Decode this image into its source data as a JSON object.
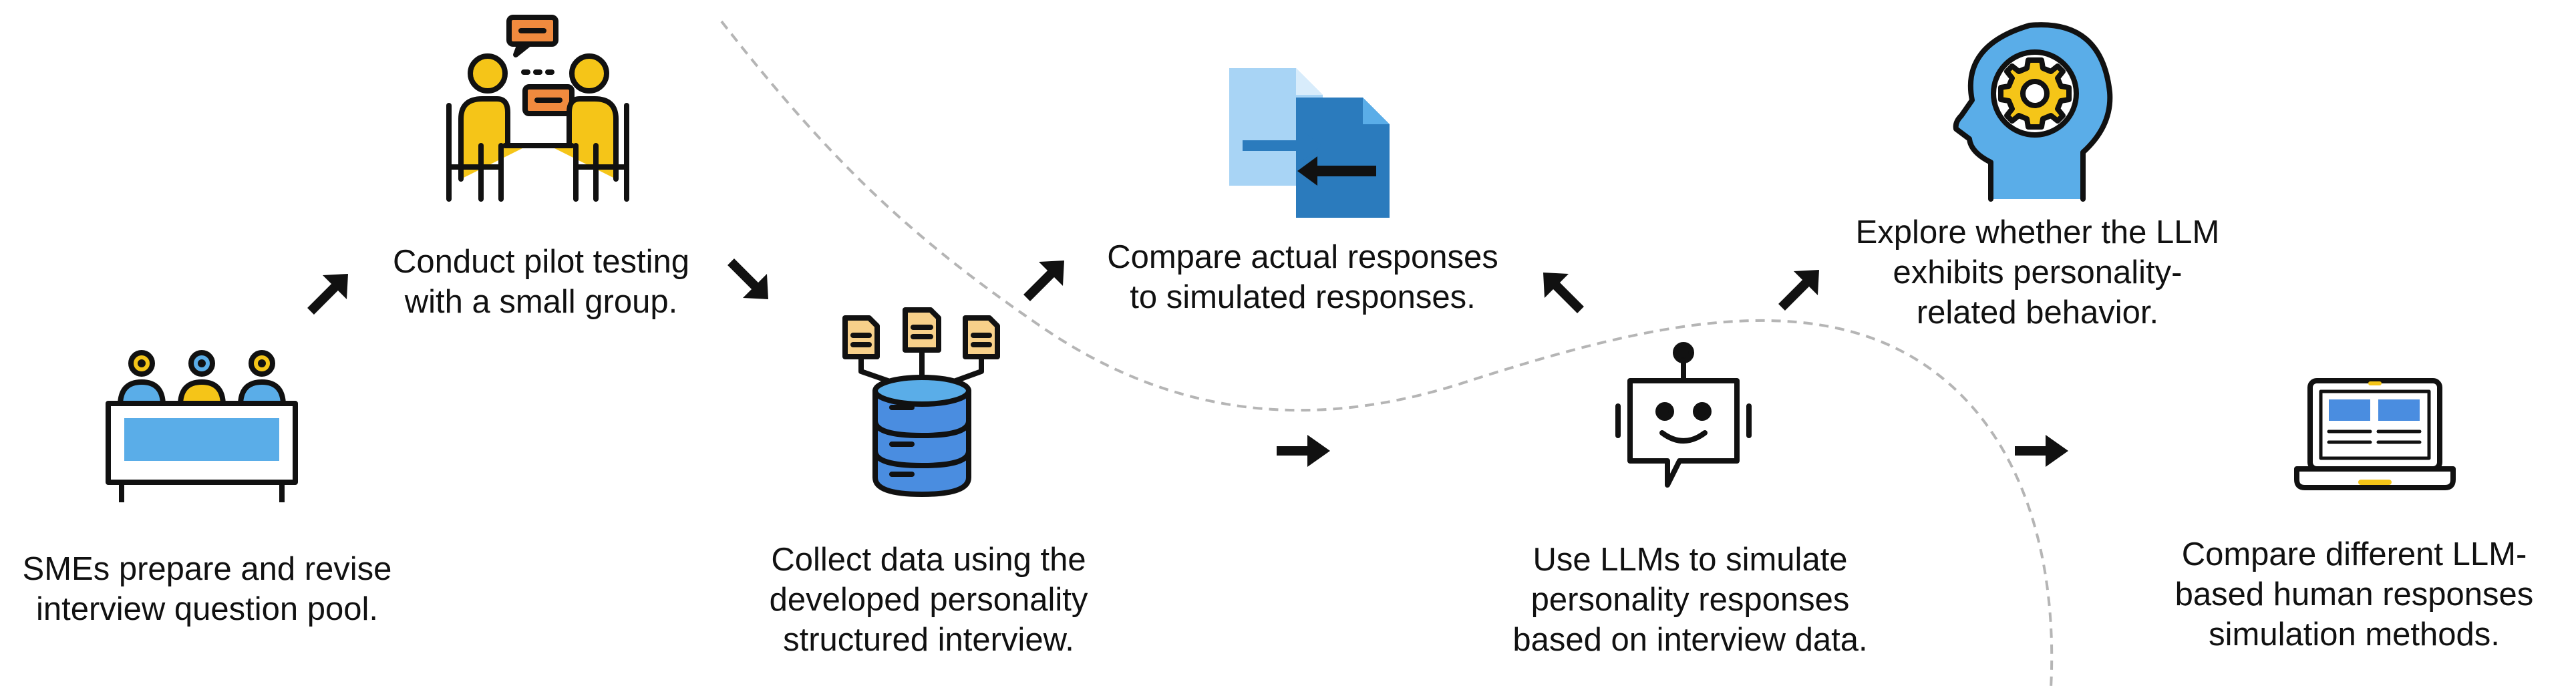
{
  "steps": {
    "sme": {
      "text": "SMEs prepare and revise\ninterview question pool."
    },
    "pilot": {
      "text": "Conduct pilot testing\nwith a small group."
    },
    "collect": {
      "text": "Collect data using the\ndeveloped personality\nstructured interview."
    },
    "compare_actual": {
      "text": "Compare actual responses\nto simulated responses."
    },
    "simulate": {
      "text": "Use LLMs to simulate\npersonality responses\nbased on interview data."
    },
    "explore": {
      "text": "Explore whether the LLM\nexhibits personality-\nrelated behavior."
    },
    "compare_methods": {
      "text": "Compare different LLM-\nbased human responses\nsimulation methods."
    }
  },
  "icons": {
    "sme": "panel-meeting-icon",
    "pilot": "discussion-icon",
    "collect": "database-icon",
    "compare_actual": "file-compare-icon",
    "simulate": "chatbot-icon",
    "explore": "brain-gear-icon",
    "compare_methods": "laptop-icon"
  },
  "colors": {
    "text": "#111111",
    "outline": "#111111",
    "yellow": "#f5c518",
    "orange": "#f08a3e",
    "blue_light": "#5aade8",
    "blue_dark": "#2b7bbd",
    "blue_doc_light": "#a8d4f5",
    "paper": "#f7d08a",
    "divider": "#b5b5b5"
  }
}
